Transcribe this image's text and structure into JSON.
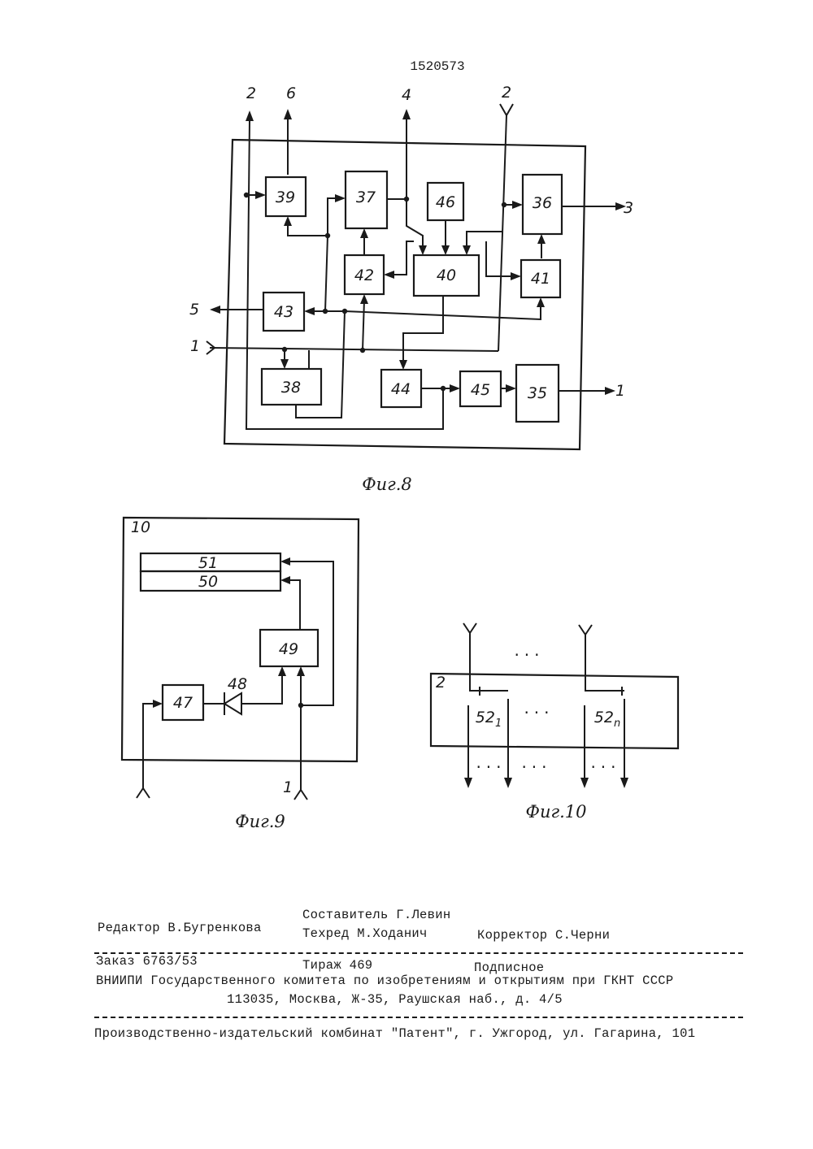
{
  "page_number": "1520573",
  "fig8": {
    "caption": "Фиг.8",
    "blocks": [
      "35",
      "36",
      "37",
      "38",
      "39",
      "40",
      "41",
      "42",
      "43",
      "44",
      "45",
      "46"
    ],
    "terminals": {
      "t2a": "2",
      "t6": "6",
      "t4": "4",
      "t2b": "2",
      "t3": "3",
      "t5": "5",
      "t1in": "1",
      "t1out": "1"
    }
  },
  "fig9": {
    "caption": "Фиг.9",
    "frame_label": "10",
    "blocks": [
      "51",
      "50",
      "49",
      "47"
    ],
    "diode_label": "48",
    "input_label": "1"
  },
  "fig10": {
    "caption": "Фиг.10",
    "frame_label": "2",
    "ellipsis": "...",
    "elem1_base": "52",
    "elem1_sub": "1",
    "elemn_base": "52",
    "elemn_sub": "n"
  },
  "footer": {
    "compiler": "Составитель Г.Левин",
    "editor": "Редактор В.Бугренкова",
    "techred": "Техред М.Ходанич",
    "corrector": "Корректор С.Черни",
    "order": "Заказ 6763/53",
    "circulation": "Тираж 469",
    "subscription": "Подписное",
    "org": "ВНИИПИ Государственного комитета по изобретениям и открытиям при ГКНТ СССР",
    "address": "113035, Москва, Ж-35, Раушская наб., д. 4/5",
    "plant": "Производственно-издательский комбинат \"Патент\", г. Ужгород, ул. Гагарина, 101"
  }
}
